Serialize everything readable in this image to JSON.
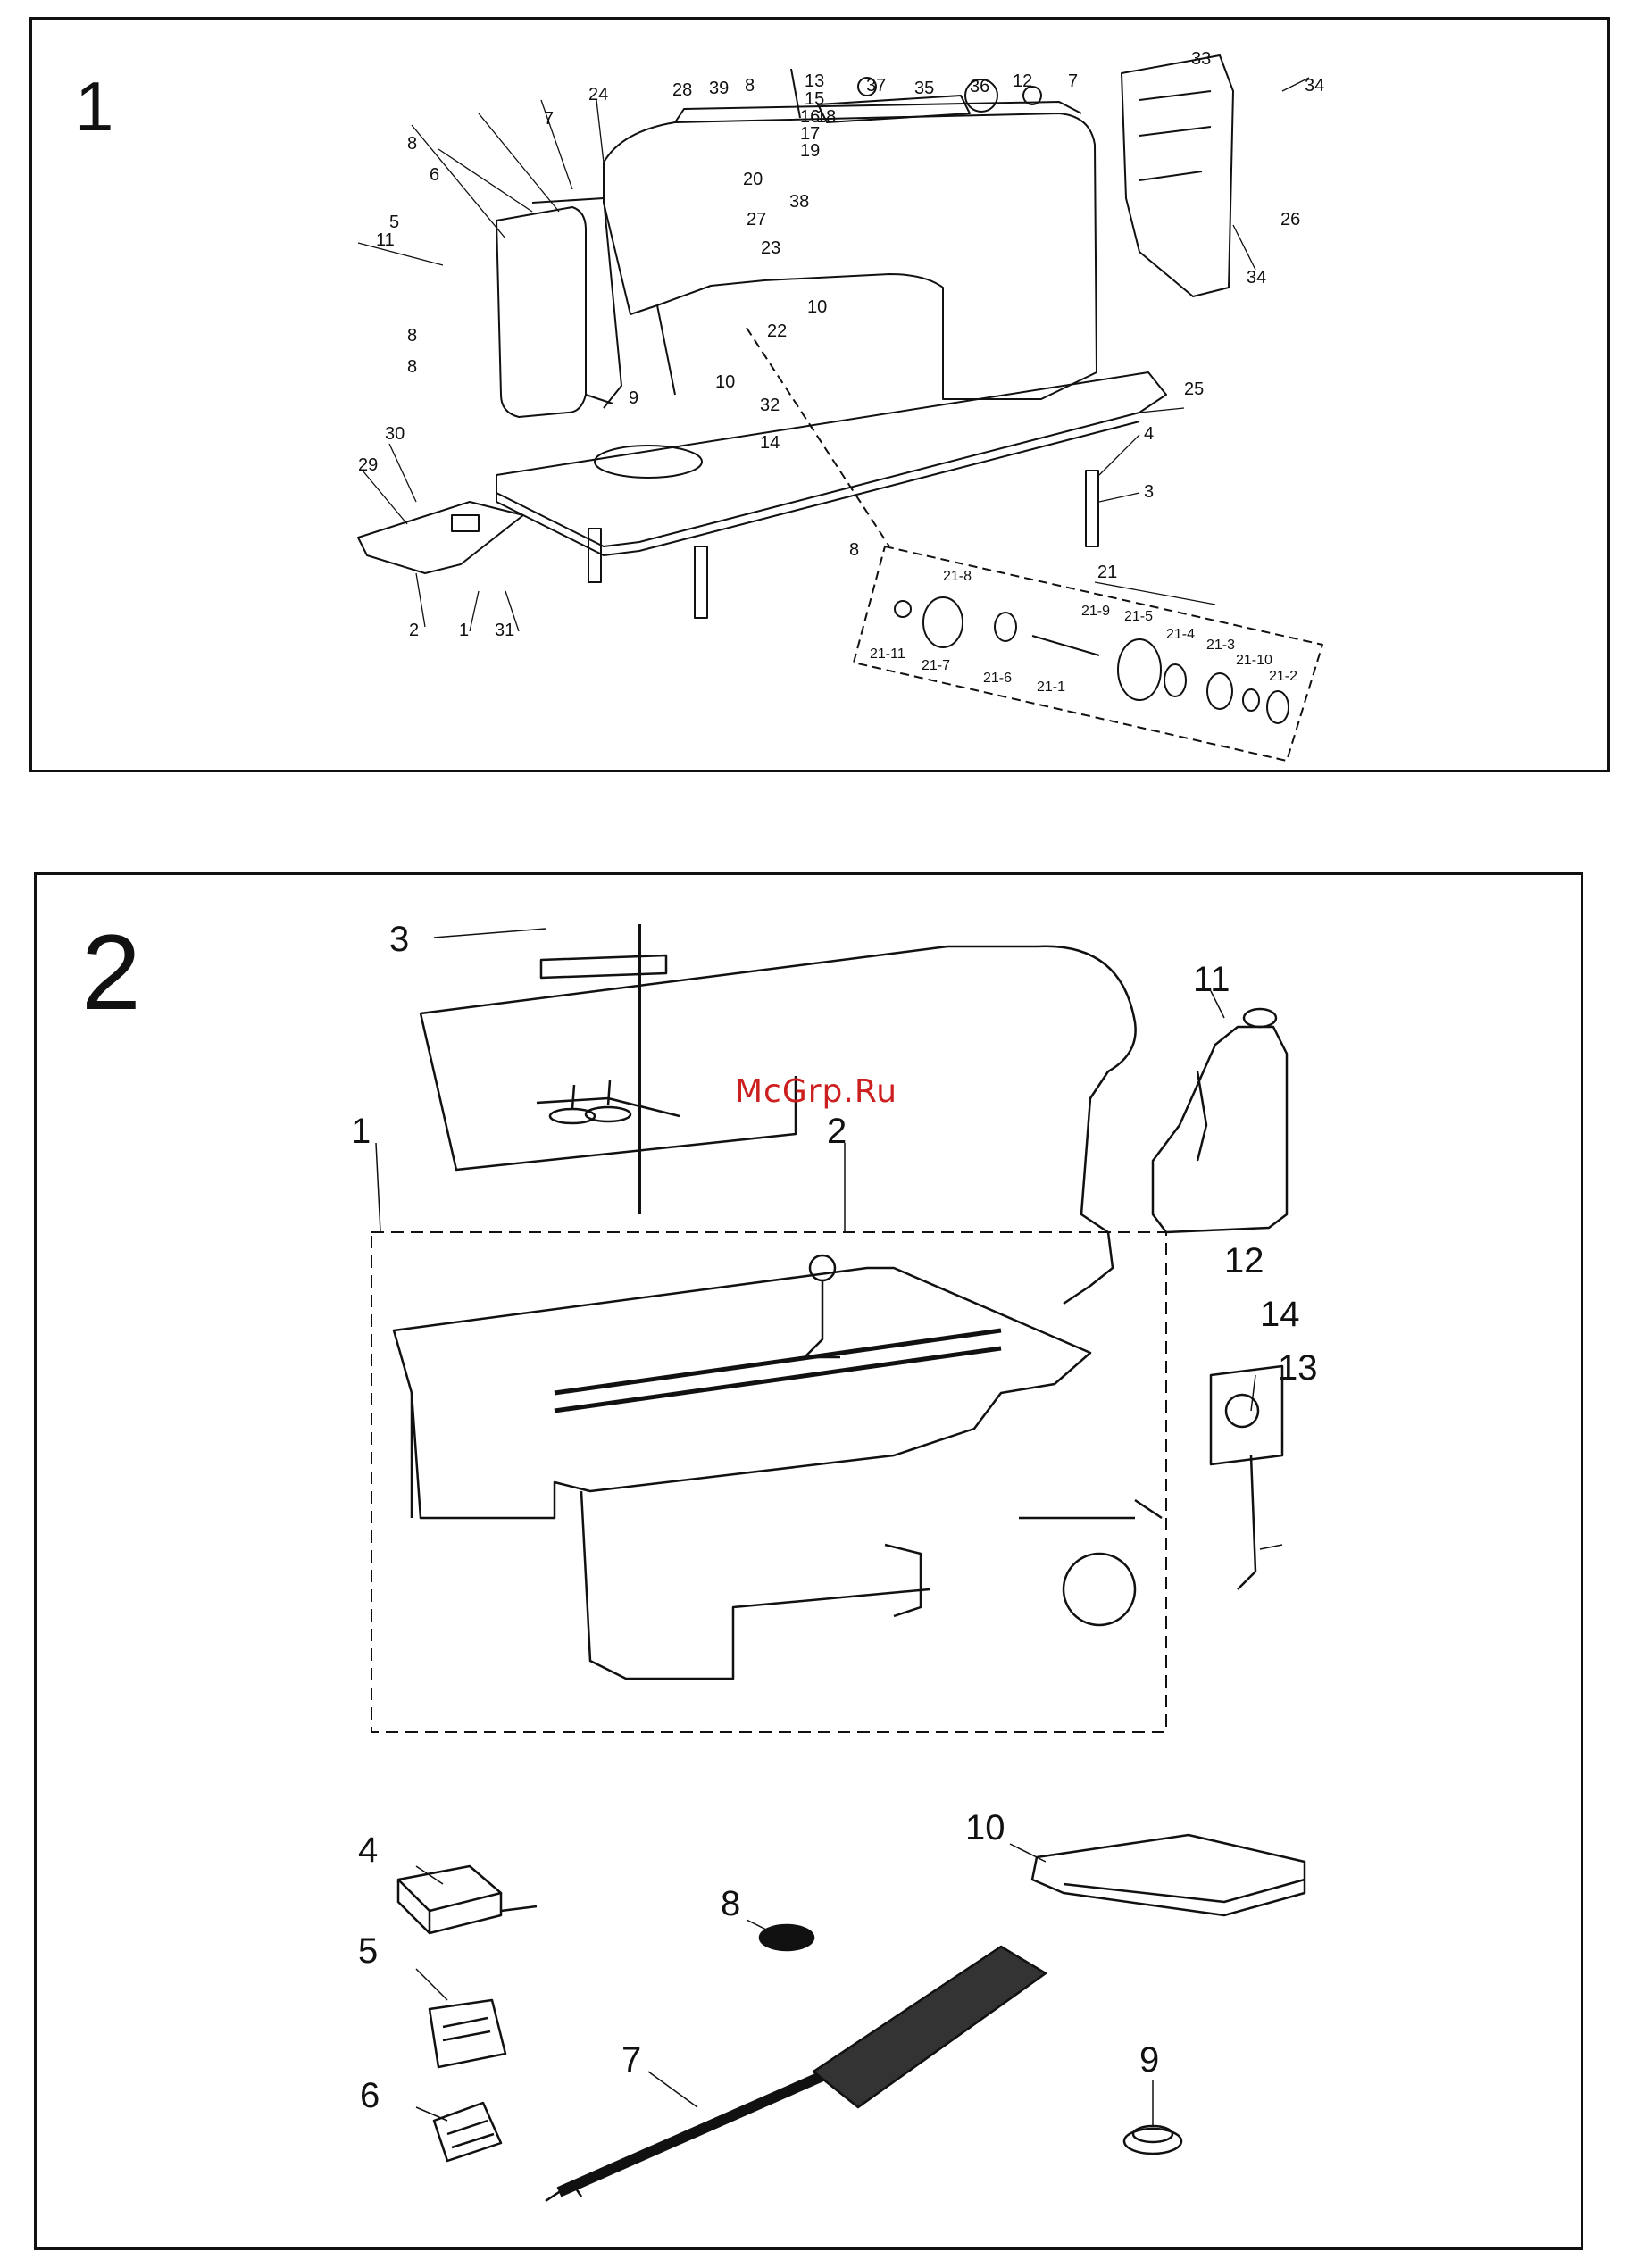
{
  "panels": [
    {
      "number": "1"
    },
    {
      "number": "2"
    }
  ],
  "watermark": "McGrp.Ru",
  "callouts_panel1": {
    "c1": "1",
    "c2": "2",
    "c3": "3",
    "c4": "4",
    "c5": "5",
    "c6": "6",
    "c7a": "7",
    "c7b": "7",
    "c8a": "8",
    "c8b": "8",
    "c8c": "8",
    "c8d": "8",
    "c8e": "8",
    "c9": "9",
    "c10a": "10",
    "c10b": "10",
    "c11": "11",
    "c12": "12",
    "c13": "13",
    "c14": "14",
    "c15": "15",
    "c16": "16",
    "c17": "17",
    "c18": "18",
    "c19": "19",
    "c20": "20",
    "c21": "21",
    "c22": "22",
    "c23": "23",
    "c24": "24",
    "c25": "25",
    "c26": "26",
    "c27": "27",
    "c28": "28",
    "c29": "29",
    "c30": "30",
    "c31": "31",
    "c32": "32",
    "c33": "33",
    "c34a": "34",
    "c34b": "34",
    "c35": "35",
    "c36": "36",
    "c37": "37",
    "c38": "38",
    "c39": "39",
    "c21_1": "21-1",
    "c21_2": "21-2",
    "c21_3": "21-3",
    "c21_4": "21-4",
    "c21_5": "21-5",
    "c21_6": "21-6",
    "c21_7": "21-7",
    "c21_8": "21-8",
    "c21_9": "21-9",
    "c21_10": "21-10",
    "c21_11": "21-11"
  },
  "callouts_panel2": {
    "c1": "1",
    "c2": "2",
    "c3": "3",
    "c4": "4",
    "c5": "5",
    "c6": "6",
    "c7": "7",
    "c8": "8",
    "c9": "9",
    "c10": "10",
    "c11": "11",
    "c12": "12",
    "c13": "13",
    "c14": "14"
  },
  "colors": {
    "line": "#111111",
    "watermark": "#cc1f1f",
    "background": "#ffffff"
  }
}
